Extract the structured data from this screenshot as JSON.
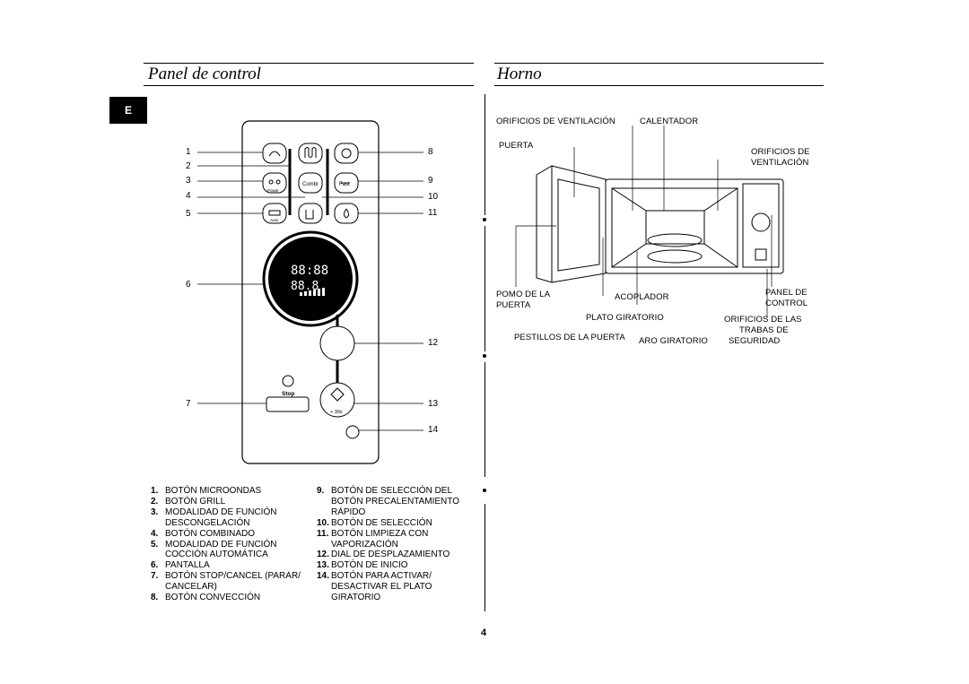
{
  "section_tab": "E",
  "left": {
    "title": "Panel de control",
    "callouts": {
      "n1": "1",
      "n2": "2",
      "n3": "3",
      "n4": "4",
      "n5": "5",
      "n6": "6",
      "n7": "7",
      "n8": "8",
      "n9": "9",
      "n10": "10",
      "n11": "11",
      "n12": "12",
      "n13": "13",
      "n14": "14"
    },
    "panel": {
      "combi_label": "Combi",
      "fast_label": "Fast",
      "power_label": "Power",
      "auto_label": "Auto",
      "stop_label": "Stop",
      "start_sub": "+ 30s",
      "display_time": "88:88",
      "display_sub": "88.8"
    }
  },
  "right": {
    "title": "Horno",
    "labels": {
      "vent_left": "ORIFICIOS DE VENTILACIÓN",
      "heater": "CALENTADOR",
      "door": "PUERTA",
      "vent_right_1": "ORIFICIOS DE",
      "vent_right_2": "VENTILACIÓN",
      "handle_1": "POMO DE LA",
      "handle_2": "PUERTA",
      "coupler": "ACOPLADOR",
      "panel_1": "PANEL DE",
      "panel_2": "CONTROL",
      "turntable": "PLATO GIRATORIO",
      "interlock_1": "ORIFICIOS DE LAS",
      "interlock_2": "TRABAS DE",
      "interlock_3": "SEGURIDAD",
      "latches": "PESTILLOS DE LA PUERTA",
      "ring": "ARO GIRATORIO"
    }
  },
  "legend_left": [
    {
      "n": "1.",
      "t": "BOTÓN MICROONDAS"
    },
    {
      "n": "2.",
      "t": "BOTÓN GRILL"
    },
    {
      "n": "3.",
      "t": "MODALIDAD DE FUNCIÓN"
    },
    {
      "n": "",
      "t": "DESCONGELACIÓN"
    },
    {
      "n": "4.",
      "t": "BOTÓN COMBINADO"
    },
    {
      "n": "5.",
      "t": "MODALIDAD DE FUNCIÓN"
    },
    {
      "n": "",
      "t": "COCCIÓN AUTOMÁTICA"
    },
    {
      "n": "6.",
      "t": "PANTALLA"
    },
    {
      "n": "7.",
      "t": "BOTÓN STOP/CANCEL (PARAR/"
    },
    {
      "n": "",
      "t": "CANCELAR)"
    },
    {
      "n": "8.",
      "t": "BOTÓN CONVECCIÓN"
    }
  ],
  "legend_right": [
    {
      "n": "9.",
      "t": "BOTÓN DE SELECCIÓN DEL"
    },
    {
      "n": "",
      "t": "BOTÓN PRECALENTAMIENTO"
    },
    {
      "n": "",
      "t": "RÁPIDO"
    },
    {
      "n": "10.",
      "t": "BOTÓN DE SELECCIÓN"
    },
    {
      "n": "11.",
      "t": "BOTÓN LIMPIEZA CON"
    },
    {
      "n": "",
      "t": "VAPORIZACIÓN"
    },
    {
      "n": "12.",
      "t": "DIAL DE DESPLAZAMIENTO"
    },
    {
      "n": "13.",
      "t": "BOTÓN DE INICIO"
    },
    {
      "n": "14.",
      "t": "BOTÓN PARA ACTIVAR/"
    },
    {
      "n": "",
      "t": "DESACTIVAR EL PLATO"
    },
    {
      "n": "",
      "t": "GIRATORIO"
    }
  ],
  "page_number": "4"
}
